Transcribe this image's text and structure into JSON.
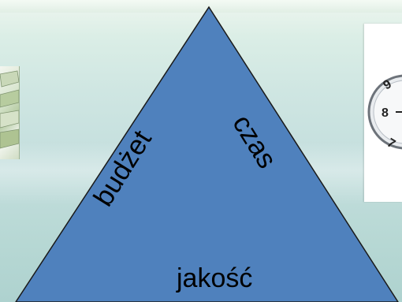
{
  "diagram": {
    "labels": {
      "left_side": "budżet",
      "right_side": "czas",
      "base": "jakość"
    }
  },
  "colors": {
    "triangle_fill": "#4f81bd",
    "triangle_stroke": "#1a1a1a",
    "background": "#c6e0dc"
  },
  "icons": {
    "left_image": "money-banknotes",
    "right_image": "clock-face"
  }
}
